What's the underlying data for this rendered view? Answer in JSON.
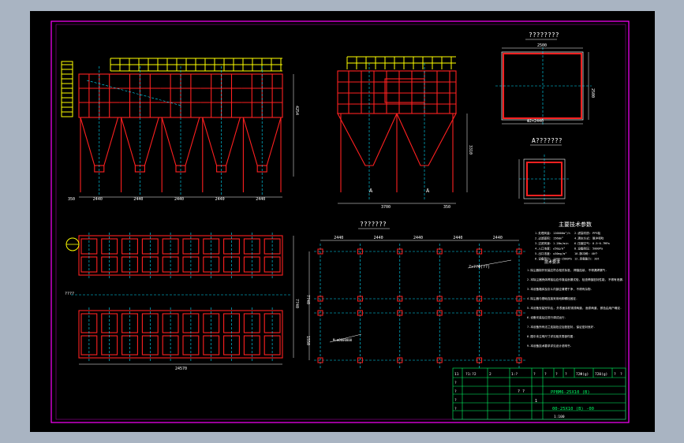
{
  "colors": {
    "background": "#000000",
    "viewport": "#a9b4c2",
    "border": "#ff00ff",
    "structure": "#ff2020",
    "centerline": "#00e0ff",
    "platform": "#ffff00",
    "dimension": "#ffffff",
    "titleblock": "#00ff66"
  },
  "views": {
    "top_right_title": "????????",
    "detail_title": "A???????",
    "plan_left_title": "???????",
    "foundation_title": "???????"
  },
  "dims": {
    "front_bays": [
      "2440",
      "2440",
      "2440",
      "2440",
      "2440"
    ],
    "front_left": "350",
    "front_height": "4254",
    "side_bottom": [
      "3700",
      "350"
    ],
    "side_height": "3310",
    "top_view_top": "2500",
    "top_view_bottom": "Ф2×2440",
    "top_view_side": "2500",
    "plan_total_width": "24570",
    "plan_height": "7740",
    "plan_left_mark": "????",
    "foundation_bays": [
      "2440",
      "2440",
      "2440",
      "2440",
      "2440"
    ],
    "foundation_left": "7740",
    "foundation_bottom_left": "1550",
    "foundation_callout": "?×??Φ(??)",
    "foundation_note": "M=Φ0000000"
  },
  "section_marks": {
    "a_left": "A",
    "a_right": "A"
  },
  "spec": {
    "title": "主要技术参数",
    "params": [
      "1.处理风量: 120000m³/h",
      "2.过滤面积: 1560m²",
      "3.过滤风速: 1.28m/min",
      "4.入口浓度: ≤50g/m³",
      "5.出口浓度: ≤50mg/m³",
      "6.设备阻力: 1200~1500Pa"
    ],
    "right_params": [
      "2.滤袋材质: PPS毡",
      "4.清灰方式: 脉冲喷吹",
      "6.压缩空气: 0.5~0.7MPa",
      "8.设备耐压: 5000Pa",
      "10.脉冲阀: 40个",
      "12.承载能力: 20t"
    ],
    "notes_title": "技术要求",
    "notes": [
      "1.除尘器制作安装应符合相关标准, 焊缝连续, 不得漏焊漏气.",
      "2.本除尘器壳体焊接后应作煤油渗漏试验, 检查焊缝密封性能, 不得有泄漏.",
      "3.本设备箱体及灰斗内部应清理干净, 不得有杂物.",
      "4.除尘器与基础连接采用地脚螺栓固定.",
      "5.本设备安装完毕后, 外表面涂防锈漆两道, 面漆两道, 颜色由用户确定.",
      "6.设备安装后应进行调试运行.",
      "7.本设备所有法兰连接处应加垫密封, 保证密封良好.",
      "8.图中未注明尺寸详见相关零部件图.",
      "9.本设备技术要求详见设计说明书."
    ]
  },
  "titleblock": {
    "header_cells": [
      "11",
      "?1:?2",
      "2",
      "1:?",
      "?",
      "?",
      "?",
      "?",
      "72Φ(g)",
      "720(g)",
      "?",
      "?"
    ],
    "product": "PPBM6-25X10 (B)",
    "drawing_no": "00-25X10 (B) -00",
    "scale": "1:100",
    "qty": "1",
    "left_labels": [
      "?",
      "?",
      "?",
      "?"
    ],
    "sheet": "? ?"
  }
}
